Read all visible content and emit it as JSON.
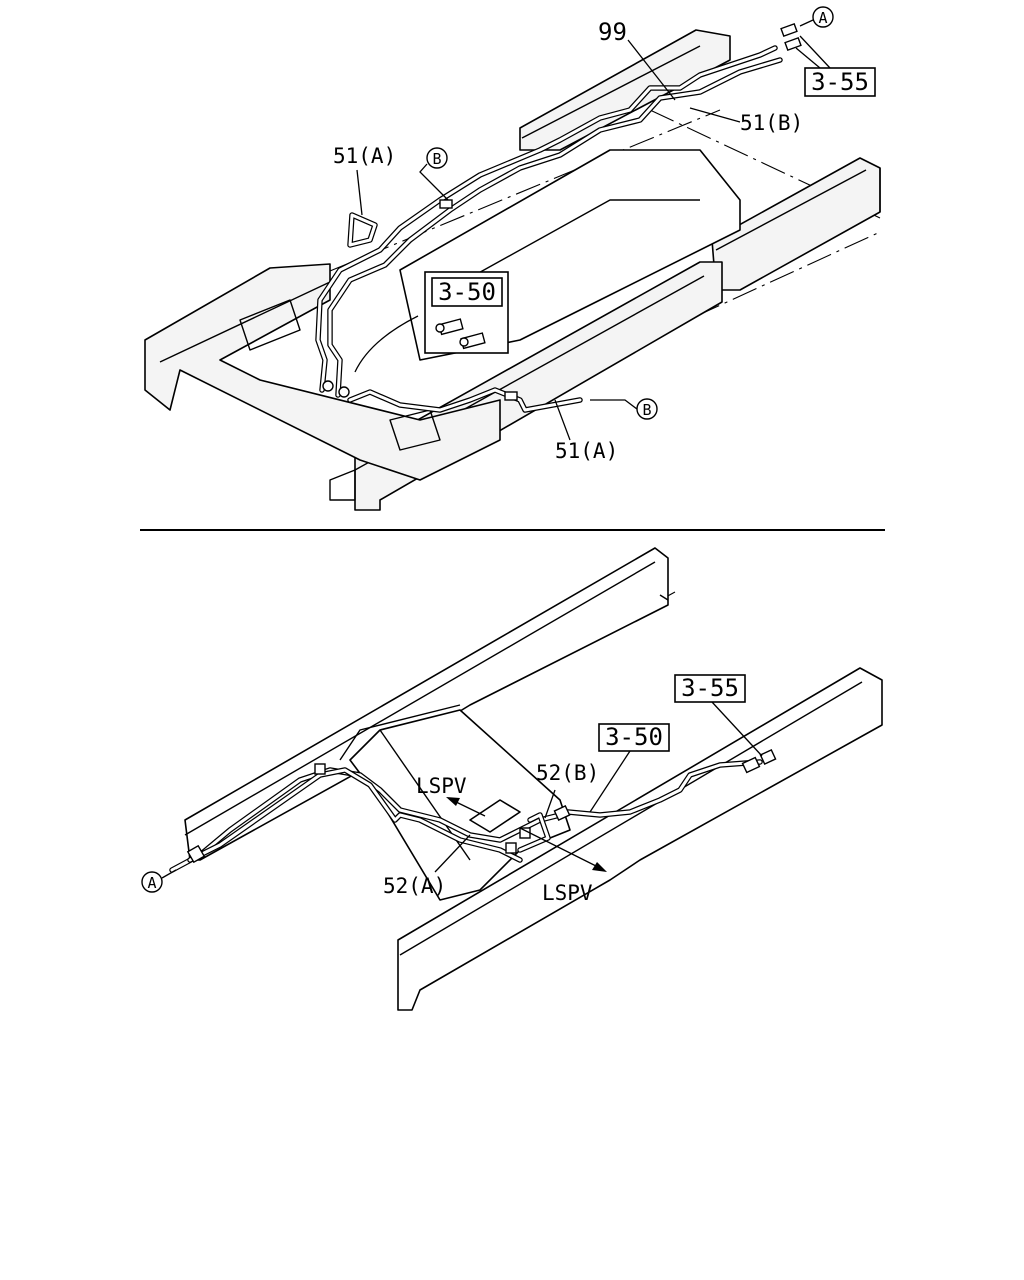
{
  "callouts": {
    "part_99": "99",
    "part_51b": "51(B)",
    "part_51a_upper": "51(A)",
    "part_51a_lower": "51(A)",
    "ref_355_top": "3-55",
    "ref_350_top": "3-50",
    "marker_a_top": "A",
    "marker_b_left": "B",
    "marker_b_right": "B",
    "part_52b": "52(B)",
    "part_52a": "52(A)",
    "ref_350_bottom": "3-50",
    "ref_355_bottom": "3-55",
    "lspv_upper": "LSPV",
    "lspv_lower": "LSPV",
    "marker_a_bottom": "A"
  }
}
